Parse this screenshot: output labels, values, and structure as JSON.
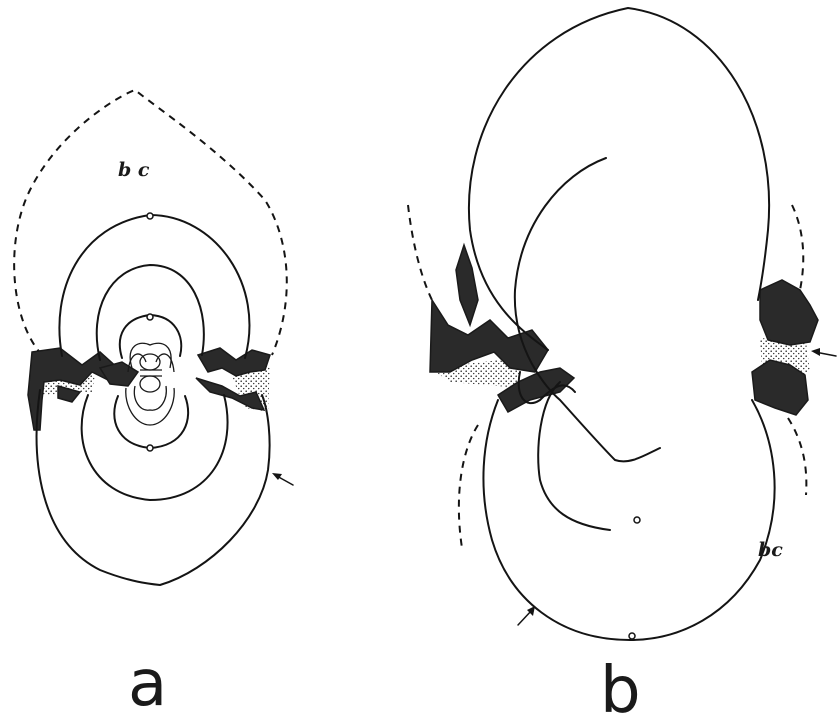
{
  "figure": {
    "panel_a": {
      "letter": "a",
      "region_label": "b c"
    },
    "panel_b": {
      "letter": "b",
      "region_label": "bc"
    },
    "colors": {
      "ink": "#141414",
      "dark_fill": "#2a2a2a",
      "background": "#ffffff"
    }
  }
}
